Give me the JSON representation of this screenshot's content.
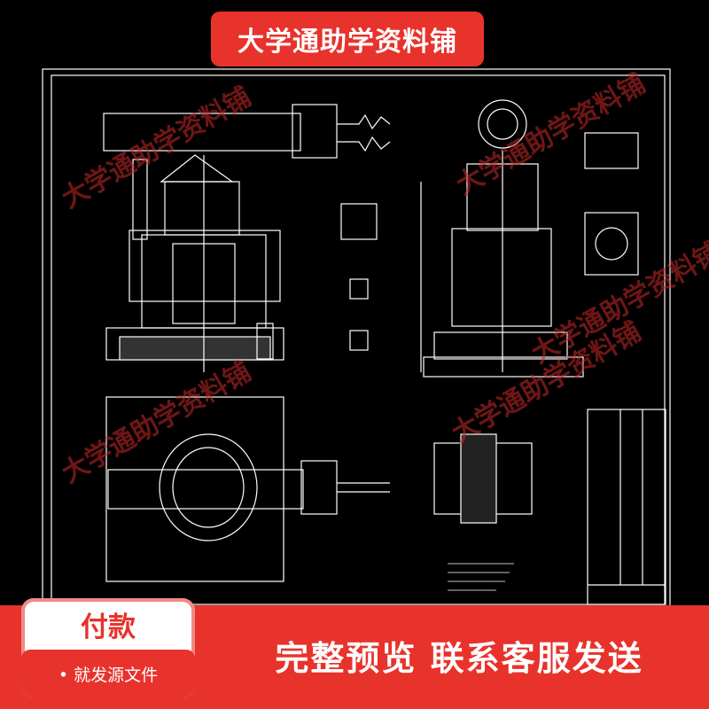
{
  "banner": {
    "title": "大学通助学资料铺"
  },
  "watermark": {
    "text": "大学通助学资料铺"
  },
  "payment": {
    "title": "付款",
    "subtitle": "• 就发源文件"
  },
  "slogan": "完整预览  联系客服发送",
  "colors": {
    "accent": "#e8322c",
    "drawing_line": "#ffffff",
    "background": "#000000"
  }
}
